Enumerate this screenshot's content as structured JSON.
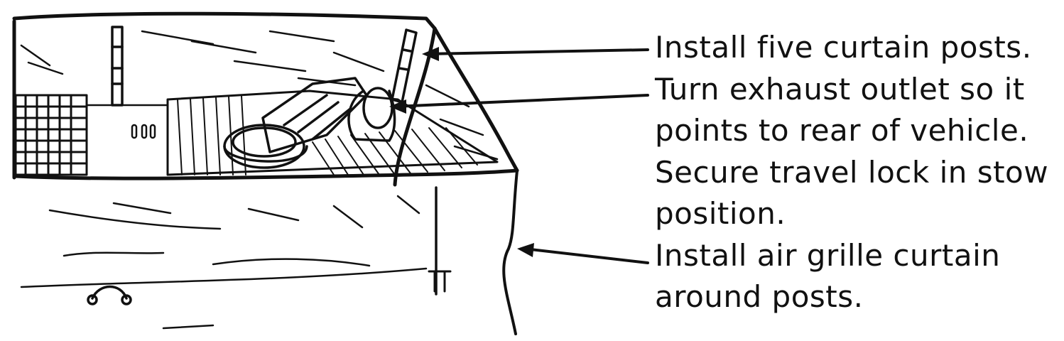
{
  "labels": {
    "curtain_posts": "Install five curtain posts.",
    "exhaust_line1": "Turn exhaust outlet so it",
    "exhaust_line2": "points to rear of vehicle.",
    "travel_lock_line1": "Secure travel lock in stow",
    "travel_lock_line2": "position.",
    "air_grille_line1": "Install air grille curtain",
    "air_grille_line2": "around posts."
  },
  "colors": {
    "ink": "#111111",
    "paper": "#ffffff"
  }
}
